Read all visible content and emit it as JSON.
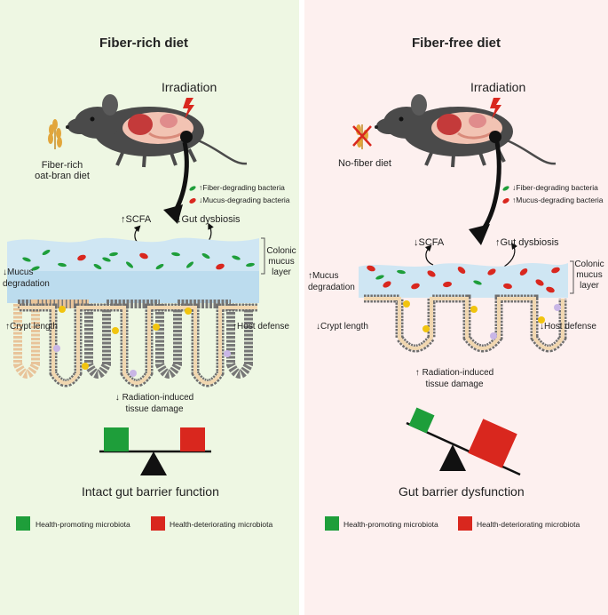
{
  "left": {
    "title": "Fiber-rich diet",
    "irradiation": "Irradiation",
    "diet_label_line1": "Fiber-rich",
    "diet_label_line2": "oat-bran diet",
    "legend_fiber_bacteria": "↑Fiber-degrading bacteria",
    "legend_mucus_bacteria": "↓Mucus-degrading bacteria",
    "scfa": "↑SCFA",
    "dysbiosis": "↓Gut dysbiosis",
    "mucus_degradation_line1": "↓Mucus",
    "mucus_degradation_line2": "degradation",
    "colonic_line1": "Colonic",
    "colonic_line2": "mucus",
    "colonic_line3": "layer",
    "crypt_length": "↑Crypt length",
    "host_defense": "↑Host defense",
    "damage_line1": "↓ Radiation-induced",
    "damage_line2": "tissue damage",
    "outcome": "Intact gut barrier function",
    "key_green": "Health-promoting microbiota",
    "key_red": "Health-deteriorating microbiota"
  },
  "right": {
    "title": "Fiber-free diet",
    "irradiation": "Irradiation",
    "diet_label": "No-fiber diet",
    "legend_fiber_bacteria": "↓Fiber-degrading bacteria",
    "legend_mucus_bacteria": "↑Mucus-degrading bacteria",
    "scfa": "↓SCFA",
    "dysbiosis": "↑Gut dysbiosis",
    "mucus_degradation_line1": "↑Mucus",
    "mucus_degradation_line2": "degradation",
    "colonic_line1": "Colonic",
    "colonic_line2": "mucus",
    "colonic_line3": "layer",
    "crypt_length": "↓Crypt length",
    "host_defense": "↓Host defense",
    "damage_line1": "↑ Radiation-induced",
    "damage_line2": "tissue damage",
    "outcome": "Gut barrier dysfunction",
    "key_green": "Health-promoting microbiota",
    "key_red": "Health-deteriorating microbiota"
  },
  "colors": {
    "left_bg": "#eef7e3",
    "right_bg": "#fdf0ef",
    "health_promoting": "#1e9e3a",
    "health_deteriorating": "#d9271e",
    "mucus": "#cfe6f3",
    "mouse": "#4a4a4a"
  },
  "icons": [
    "lightning-icon",
    "mouse-icon",
    "oat-icon",
    "no-fiber-icon",
    "seesaw-icon"
  ]
}
